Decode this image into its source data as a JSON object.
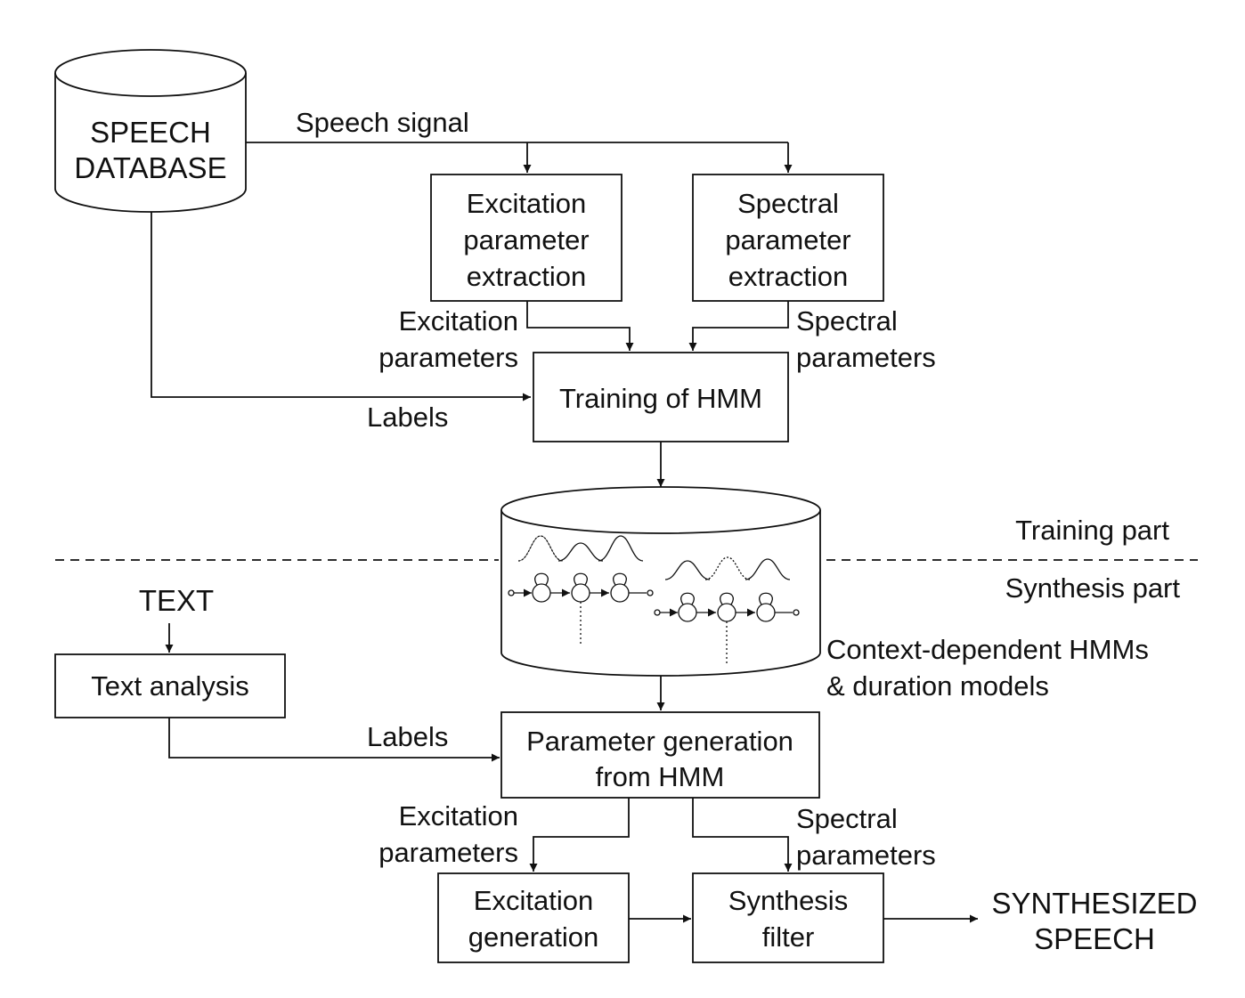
{
  "speech_database": {
    "line1": "SPEECH",
    "line2": "DATABASE"
  },
  "flow_labels": {
    "speech_signal": "Speech signal",
    "excitation_params_line1": "Excitation",
    "excitation_params_line2": "parameters",
    "spectral_params_line1": "Spectral",
    "spectral_params_line2": "parameters",
    "labels_training": "Labels",
    "labels_synthesis": "Labels",
    "excitation_params_syn_line1": "Excitation",
    "excitation_params_syn_line2": "parameters",
    "spectral_params_syn_line1": "Spectral",
    "spectral_params_syn_line2": "parameters"
  },
  "boxes": {
    "excitation_extraction": [
      "Excitation",
      "parameter",
      "extraction"
    ],
    "spectral_extraction": [
      "Spectral",
      "parameter",
      "extraction"
    ],
    "training_hmm": "Training of HMM",
    "text_analysis": "Text analysis",
    "parameter_generation": [
      "Parameter generation",
      "from HMM"
    ],
    "excitation_generation": [
      "Excitation",
      "generation"
    ],
    "synthesis_filter": [
      "Synthesis",
      "filter"
    ]
  },
  "parts": {
    "training": "Training part",
    "synthesis": "Synthesis part"
  },
  "models_label": {
    "line1": "Context-dependent HMMs",
    "line2": "& duration models"
  },
  "text_input": "TEXT",
  "output": {
    "line1": "SYNTHESIZED",
    "line2": "SPEECH"
  }
}
